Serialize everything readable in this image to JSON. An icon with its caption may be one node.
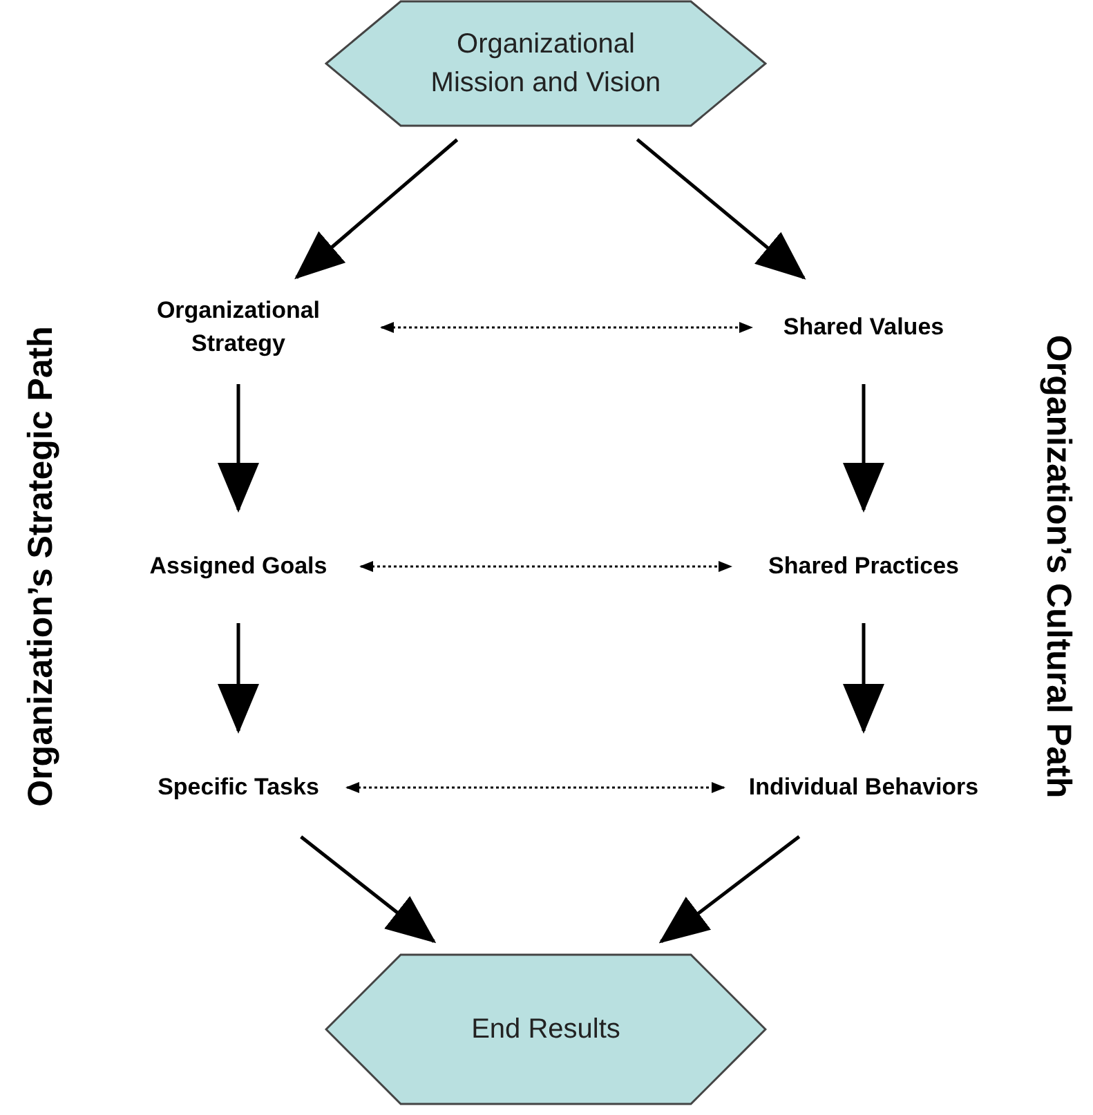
{
  "diagram": {
    "nodes": [
      {
        "text": [
          "Organizational Mission and Vision"
        ]
      },
      {
        "text": [
          "Organizational Strategy"
        ]
      },
      {
        "text": [
          "Assigned Goals"
        ]
      },
      {
        "text": [
          "Specific Tasks"
        ]
      },
      {
        "text": [
          "Shared Values"
        ]
      },
      {
        "text": [
          "Shared Practices"
        ]
      },
      {
        "text": [
          "Individual Behaviors"
        ]
      },
      {
        "text": [
          "End Results"
        ]
      }
    ],
    "edges": [
      {
        "from": 0,
        "to": 1,
        "arrow": "to"
      },
      {
        "from": 0,
        "to": 4,
        "arrow": "to"
      },
      {
        "from": 1,
        "to": 4,
        "arrow": "both",
        "style": "dashed"
      },
      {
        "from": 1,
        "to": 2,
        "arrow": "to"
      },
      {
        "from": 4,
        "to": 5,
        "arrow": "to"
      },
      {
        "from": 2,
        "to": 5,
        "arrow": "both",
        "style": "dashed"
      },
      {
        "from": 2,
        "to": 3,
        "arrow": "to"
      },
      {
        "from": 5,
        "to": 6,
        "arrow": "to"
      },
      {
        "from": 3,
        "to": 6,
        "arrow": "both",
        "style": "dashed"
      },
      {
        "from": 3,
        "to": 7,
        "arrow": "to"
      },
      {
        "from": 6,
        "to": 7,
        "arrow": "to"
      }
    ],
    "labels": [
      "Organization’s Strategic Path",
      "Organization’s Cultural Path"
    ]
  }
}
